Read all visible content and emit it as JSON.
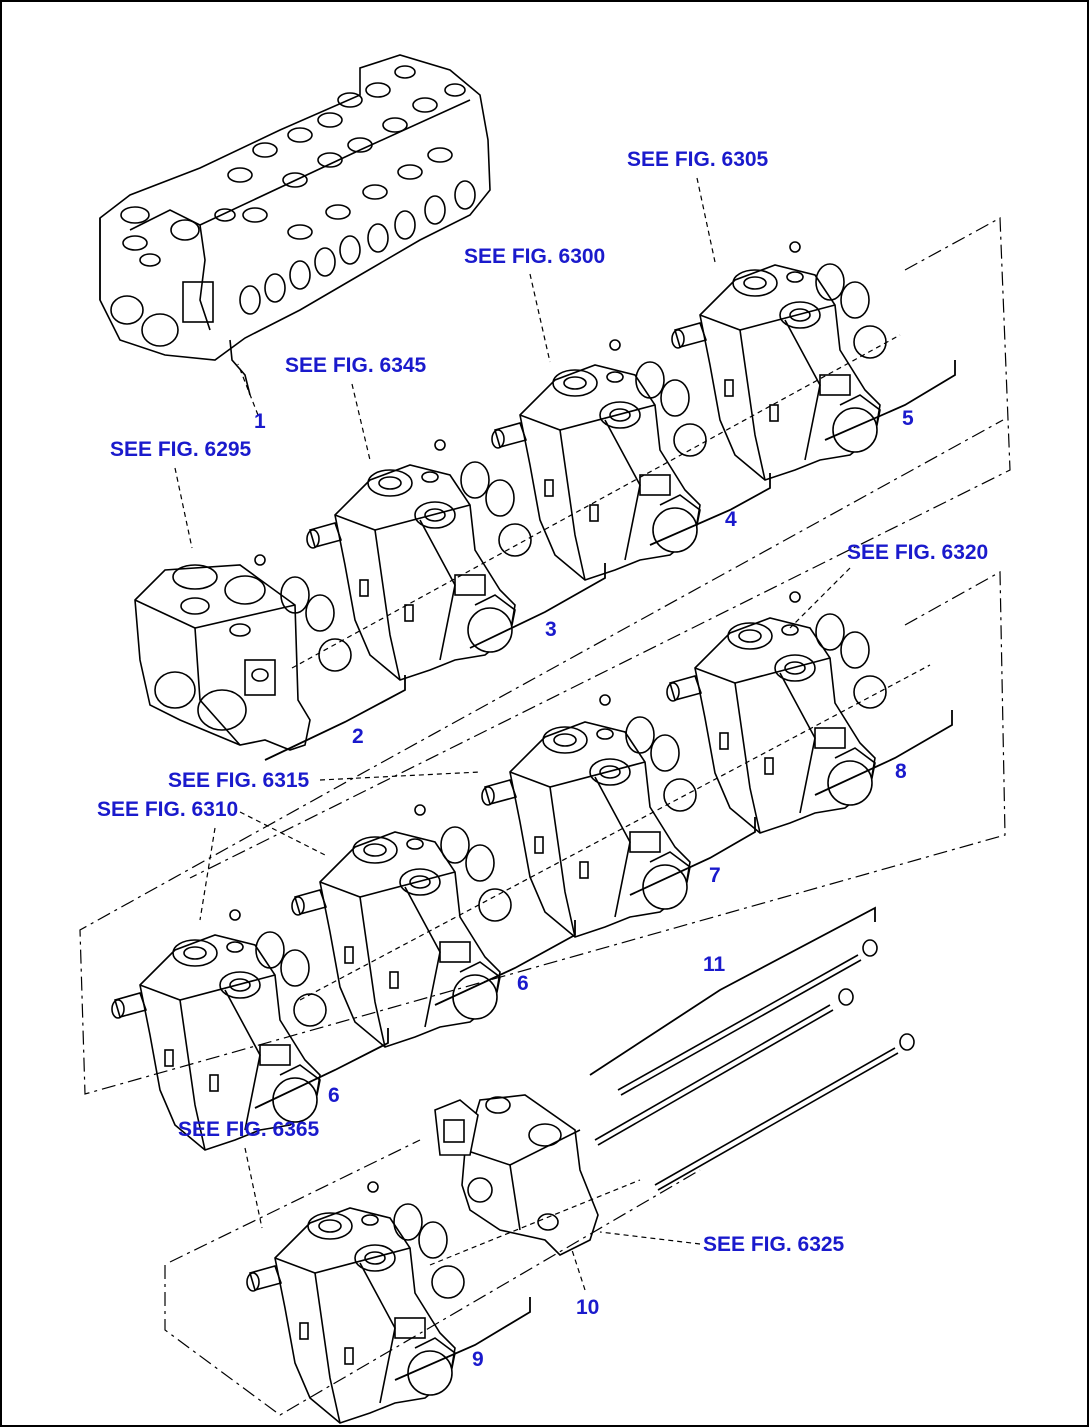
{
  "references": {
    "fig_6305": "SEE FIG. 6305",
    "fig_6300": "SEE FIG. 6300",
    "fig_6345": "SEE FIG. 6345",
    "fig_6295": "SEE FIG. 6295",
    "fig_6320": "SEE FIG. 6320",
    "fig_6315": "SEE FIG. 6315",
    "fig_6310": "SEE FIG. 6310",
    "fig_6365": "SEE FIG. 6365",
    "fig_6325": "SEE FIG. 6325"
  },
  "item_numbers": {
    "n1": "1",
    "n2": "2",
    "n3": "3",
    "n4": "4",
    "n5": "5",
    "n6a": "6",
    "n6b": "6",
    "n7": "7",
    "n8": "8",
    "n9": "9",
    "n10": "10",
    "n11": "11"
  },
  "colors": {
    "label": "#1a1acc",
    "line": "#000000",
    "background": "#ffffff"
  }
}
